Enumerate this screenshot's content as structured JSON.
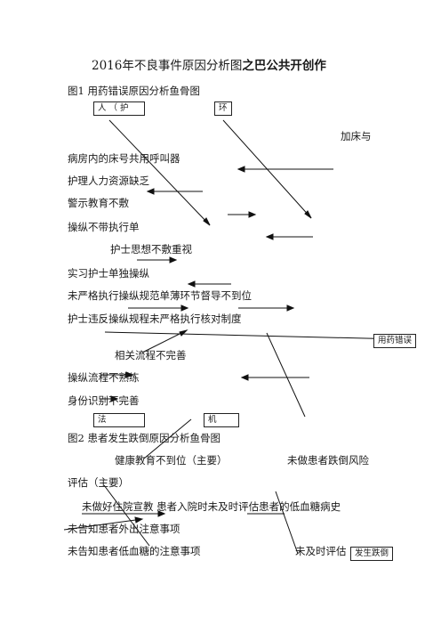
{
  "title": {
    "prefix": "2016年不良事件原因分析图",
    "suffix": "之巴公共开创作"
  },
  "figure1": {
    "caption": "图1 用药错误原因分析鱼骨图",
    "boxes": {
      "person": "人 （ 护",
      "environment": "环",
      "method": "法",
      "machine": "机",
      "effect": "用药错误"
    },
    "lines": [
      "加床与",
      "病房内的床号共用呼叫器",
      "护理人力资源缺乏",
      "警示教育不敷",
      "操纵不带执行单",
      "护士思想不敷重视",
      "实习护士单独操纵",
      "未严格执行操纵规范单薄环节督导不到位",
      "护士违反操纵规程未严格执行核对制度",
      "相关流程不完善",
      "操纵流程不熟练",
      "身份识别不完善"
    ]
  },
  "figure2": {
    "caption": "图2 患者发生跌倒原因分析鱼骨图",
    "boxes": {
      "effect": "发生跌倒"
    },
    "lines": [
      "健康教育不到位（主要）",
      "未做患者跌倒风险",
      "评估（主要）",
      "未做好住院宣教 患者入院时未及时评估患者的低血糖病史",
      "未告知患者外出注意事项",
      "未告知患者低血糖的注意事项",
      "未及时评估"
    ]
  }
}
